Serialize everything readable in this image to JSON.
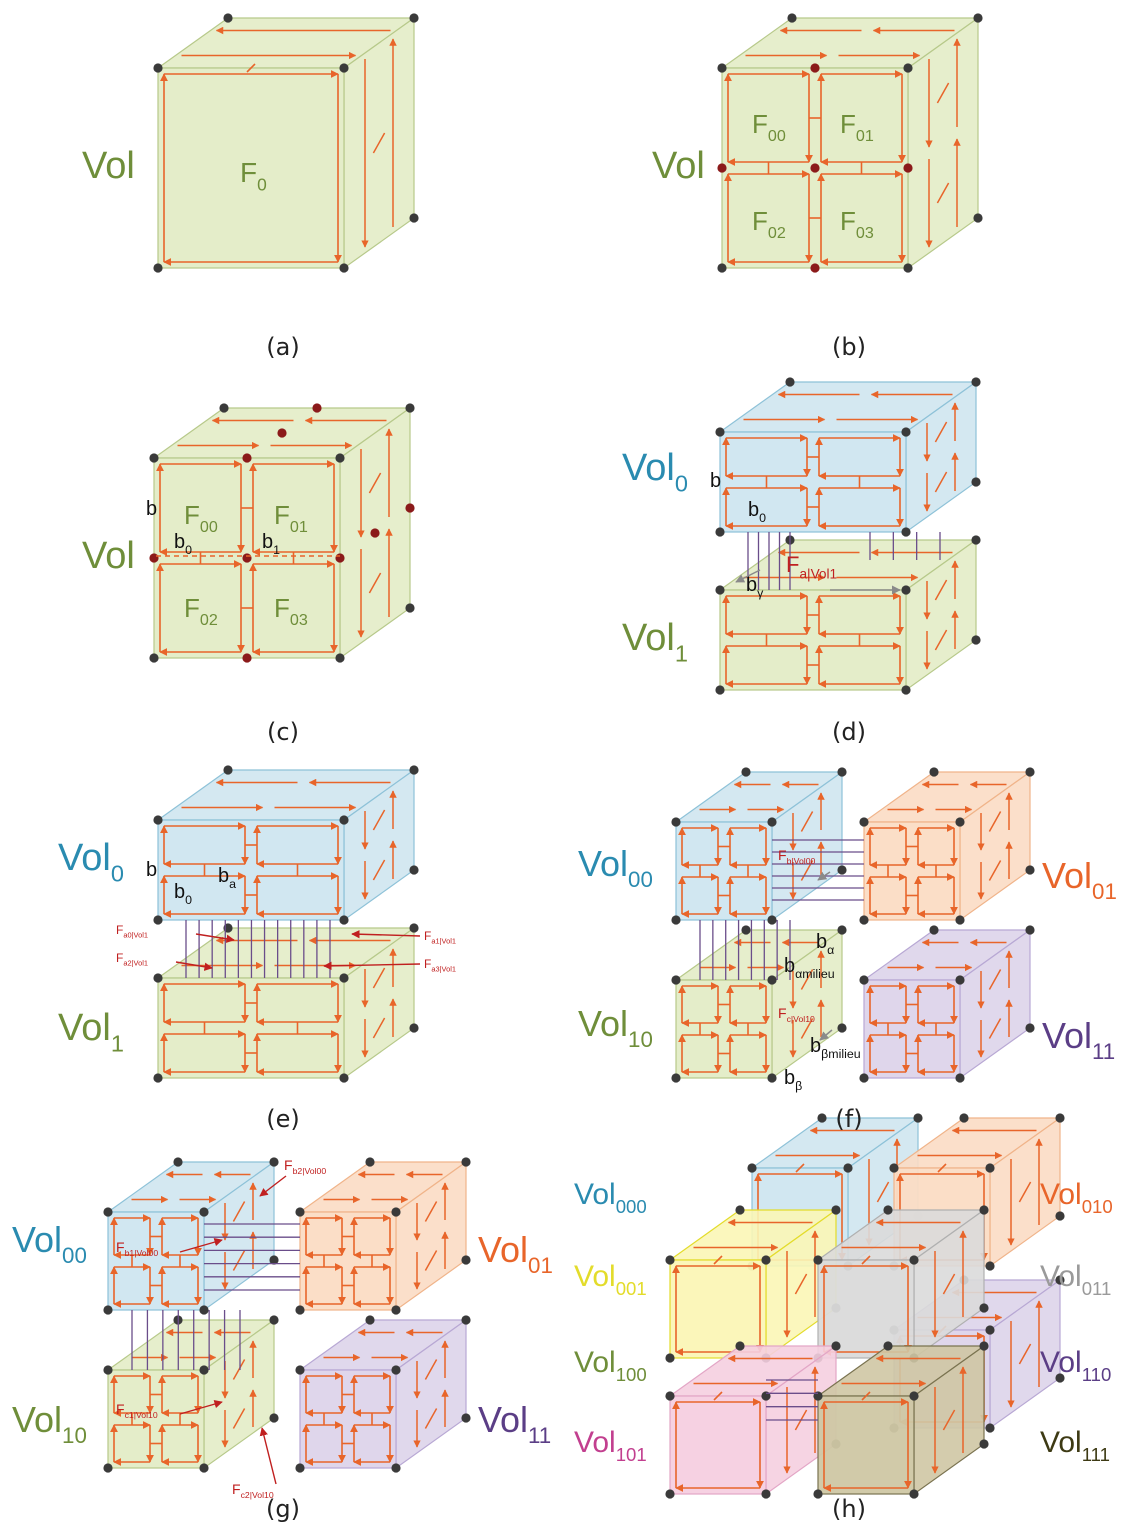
{
  "colors": {
    "edge": "#e8652a",
    "vertex": "#3a3a3a",
    "new_vertex": "#8b1a1a",
    "link": "#6a4d8a",
    "green_fill": "#e3ecc6",
    "blue_fill": "#cfe6f0",
    "orange_fill": "#fbdcc4",
    "purple_fill": "#ddd4ea",
    "yellow_fill": "#fbf6b6",
    "gray_fill": "#dadada",
    "pink_fill": "#f5cfe0",
    "olive_fill": "#cfc7a4",
    "green_text": "#6f8e3a",
    "blue_text": "#2a8bb0",
    "orange_text": "#e8652a",
    "purple_text": "#5b3e86",
    "yellow_text": "#e3dc2b",
    "gray_text": "#9a9a9a",
    "pink_text": "#c23f8f",
    "olive_text": "#3d3a14",
    "red_text": "#c02020"
  },
  "captions": {
    "a": "(a)",
    "b": "(b)",
    "c": "(c)",
    "d": "(d)",
    "e": "(e)",
    "f": "(f)",
    "g": "(g)",
    "h": "(h)"
  },
  "panel_a": {
    "vol": "Vol",
    "face": "F",
    "face_sub": "0"
  },
  "panel_b": {
    "vol": "Vol",
    "faces": [
      {
        "b": "F",
        "s": "00"
      },
      {
        "b": "F",
        "s": "01"
      },
      {
        "b": "F",
        "s": "02"
      },
      {
        "b": "F",
        "s": "03"
      }
    ]
  },
  "panel_c": {
    "vol": "Vol",
    "faces": [
      {
        "b": "F",
        "s": "00"
      },
      {
        "b": "F",
        "s": "01"
      },
      {
        "b": "F",
        "s": "02"
      },
      {
        "b": "F",
        "s": "03"
      }
    ],
    "b": "b",
    "b0": {
      "b": "b",
      "s": "0"
    },
    "b1": {
      "b": "b",
      "s": "1"
    }
  },
  "panel_d": {
    "vol0": {
      "b": "Vol",
      "s": "0"
    },
    "vol1": {
      "b": "Vol",
      "s": "1"
    },
    "b": "b",
    "b0": {
      "b": "b",
      "s": "0"
    },
    "by": {
      "b": "b",
      "s": "γ"
    },
    "fa": {
      "b": "F",
      "s": "a|Vol1"
    }
  },
  "panel_e": {
    "vol0": {
      "b": "Vol",
      "s": "0"
    },
    "vol1": {
      "b": "Vol",
      "s": "1"
    },
    "b": "b",
    "b0": {
      "b": "b",
      "s": "0"
    },
    "ba": {
      "b": "b",
      "s": "a"
    },
    "fa0": {
      "b": "F",
      "s": "a0|Vol1"
    },
    "fa1": {
      "b": "F",
      "s": "a1|Vol1"
    },
    "fa2": {
      "b": "F",
      "s": "a2|Vol1"
    },
    "fa3": {
      "b": "F",
      "s": "a3|Vol1"
    }
  },
  "panel_f": {
    "vol00": {
      "b": "Vol",
      "s": "00"
    },
    "vol01": {
      "b": "Vol",
      "s": "01"
    },
    "vol10": {
      "b": "Vol",
      "s": "10"
    },
    "vol11": {
      "b": "Vol",
      "s": "11"
    },
    "fb": {
      "b": "F",
      "s": "b|Vol00"
    },
    "fc": {
      "b": "F",
      "s": "c|Vol10"
    },
    "ba": {
      "b": "b",
      "s": "α"
    },
    "bam": {
      "b": "b",
      "s": "αmilieu"
    },
    "bbm": {
      "b": "b",
      "s": "βmilieu"
    },
    "bb": {
      "b": "b",
      "s": "β"
    }
  },
  "panel_g": {
    "vol00": {
      "b": "Vol",
      "s": "00"
    },
    "vol01": {
      "b": "Vol",
      "s": "01"
    },
    "vol10": {
      "b": "Vol",
      "s": "10"
    },
    "vol11": {
      "b": "Vol",
      "s": "11"
    },
    "fb1": {
      "b": "F",
      "s": "b1|Vol00"
    },
    "fb2": {
      "b": "F",
      "s": "b2|Vol00"
    },
    "fc1": {
      "b": "F",
      "s": "c1|Vol10"
    },
    "fc2": {
      "b": "F",
      "s": "c2|Vol10"
    }
  },
  "panel_h": {
    "vol000": {
      "b": "Vol",
      "s": "000"
    },
    "vol001": {
      "b": "Vol",
      "s": "001"
    },
    "vol010": {
      "b": "Vol",
      "s": "010"
    },
    "vol011": {
      "b": "Vol",
      "s": "011"
    },
    "vol100": {
      "b": "Vol",
      "s": "100"
    },
    "vol101": {
      "b": "Vol",
      "s": "101"
    },
    "vol110": {
      "b": "Vol",
      "s": "110"
    },
    "vol111": {
      "b": "Vol",
      "s": "111"
    }
  }
}
